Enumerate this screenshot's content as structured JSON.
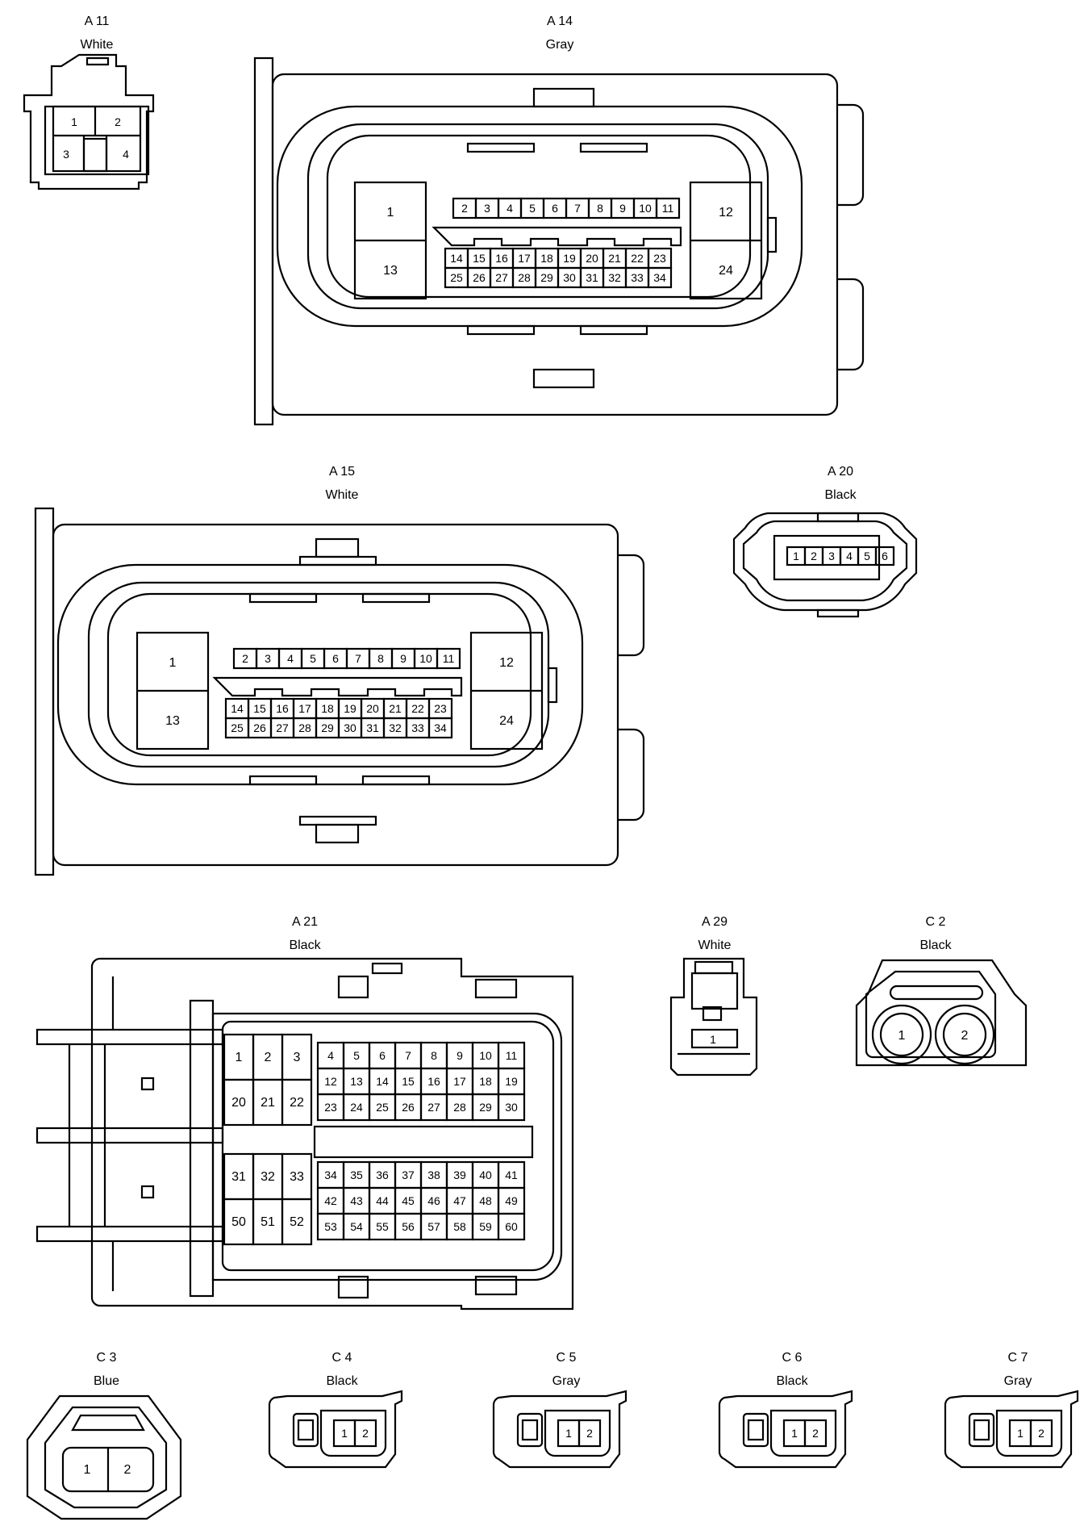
{
  "connectors": {
    "A11": {
      "id": "A 11",
      "color": "White",
      "pins": [
        "1",
        "2",
        "3",
        "4"
      ]
    },
    "A14": {
      "id": "A 14",
      "color": "Gray",
      "big_pins": [
        "1",
        "13",
        "12",
        "24"
      ],
      "row1": [
        "2",
        "3",
        "4",
        "5",
        "6",
        "7",
        "8",
        "9",
        "10",
        "11"
      ],
      "row2": [
        "14",
        "15",
        "16",
        "17",
        "18",
        "19",
        "20",
        "21",
        "22",
        "23"
      ],
      "row3": [
        "25",
        "26",
        "27",
        "28",
        "29",
        "30",
        "31",
        "32",
        "33",
        "34"
      ]
    },
    "A15": {
      "id": "A 15",
      "color": "White",
      "big_pins": [
        "1",
        "13",
        "12",
        "24"
      ],
      "row1": [
        "2",
        "3",
        "4",
        "5",
        "6",
        "7",
        "8",
        "9",
        "10",
        "11"
      ],
      "row2": [
        "14",
        "15",
        "16",
        "17",
        "18",
        "19",
        "20",
        "21",
        "22",
        "23"
      ],
      "row3": [
        "25",
        "26",
        "27",
        "28",
        "29",
        "30",
        "31",
        "32",
        "33",
        "34"
      ]
    },
    "A20": {
      "id": "A 20",
      "color": "Black",
      "pins": [
        "1",
        "2",
        "3",
        "4",
        "5",
        "6"
      ]
    },
    "A21": {
      "id": "A 21",
      "color": "Black",
      "big_top": [
        [
          "1",
          "2",
          "3"
        ],
        [
          "20",
          "21",
          "22"
        ]
      ],
      "big_bottom": [
        [
          "31",
          "32",
          "33"
        ],
        [
          "50",
          "51",
          "52"
        ]
      ],
      "small_top": [
        [
          "4",
          "5",
          "6",
          "7",
          "8",
          "9",
          "10",
          "11"
        ],
        [
          "12",
          "13",
          "14",
          "15",
          "16",
          "17",
          "18",
          "19"
        ],
        [
          "23",
          "24",
          "25",
          "26",
          "27",
          "28",
          "29",
          "30"
        ]
      ],
      "small_bottom": [
        [
          "34",
          "35",
          "36",
          "37",
          "38",
          "39",
          "40",
          "41"
        ],
        [
          "42",
          "43",
          "44",
          "45",
          "46",
          "47",
          "48",
          "49"
        ],
        [
          "53",
          "54",
          "55",
          "56",
          "57",
          "58",
          "59",
          "60"
        ]
      ]
    },
    "A29": {
      "id": "A 29",
      "color": "White",
      "pins": [
        "1"
      ]
    },
    "C2": {
      "id": "C 2",
      "color": "Black",
      "pins": [
        "1",
        "2"
      ]
    },
    "C3": {
      "id": "C 3",
      "color": "Blue",
      "pins": [
        "1",
        "2"
      ]
    },
    "C4": {
      "id": "C 4",
      "color": "Black",
      "pins": [
        "1",
        "2"
      ]
    },
    "C5": {
      "id": "C 5",
      "color": "Gray",
      "pins": [
        "1",
        "2"
      ]
    },
    "C6": {
      "id": "C 6",
      "color": "Black",
      "pins": [
        "1",
        "2"
      ]
    },
    "C7": {
      "id": "C 7",
      "color": "Gray",
      "pins": [
        "1",
        "2"
      ]
    }
  }
}
